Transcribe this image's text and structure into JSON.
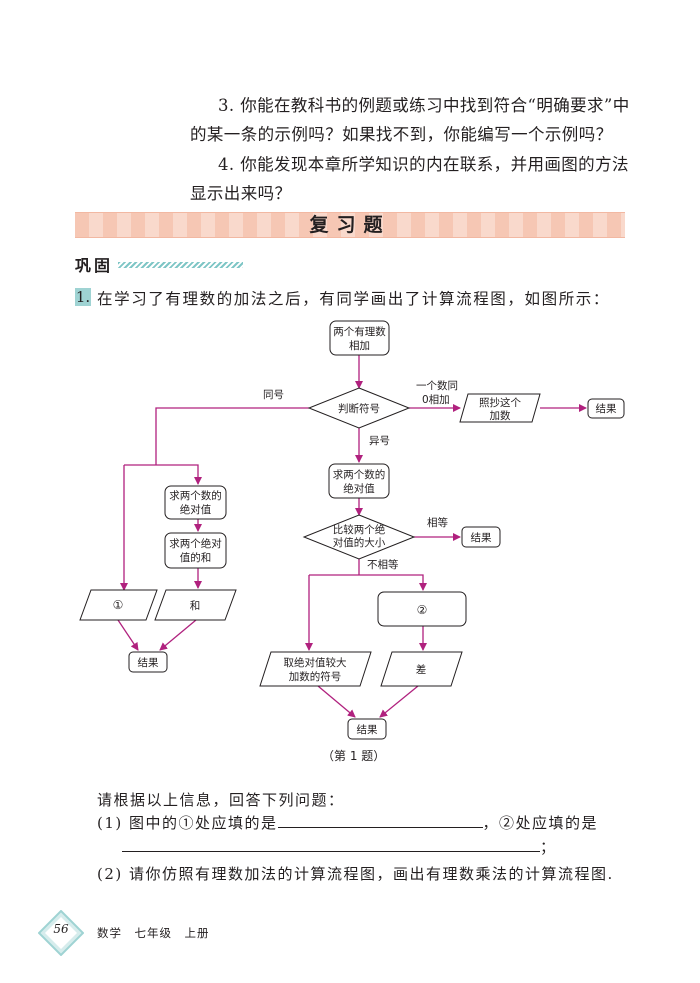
{
  "page": {
    "item3_line1": "3. 你能在教科书的例题或练习中找到符合“明确要求”中",
    "item3_line2": "的某一条的示例吗？如果找不到，你能编写一个示例吗？",
    "item4_line1": "4. 你能发现本章所学知识的内在联系，并用画图的方法",
    "item4_line2": "显示出来吗？",
    "banner_title": "复习题",
    "section": "巩固",
    "q_number": "1.",
    "q_text": "在学习了有理数的加法之后，有同学画出了计算流程图，如图所示：",
    "caption": "（第 1 题）",
    "prompt": "请根据以上信息，回答下列问题：",
    "sub1_a": "(1) 图中的①处应填的是",
    "sub1_b": "，②处应填的是",
    "sub1_c": "；",
    "sub2": "(2) 请你仿照有理数加法的计算流程图，画出有理数乘法的计算流程图.",
    "page_number": "56",
    "footer": "数学　七年级　上册"
  },
  "flowchart": {
    "start_1": "两个有理数",
    "start_2": "相加",
    "decision": "判断符号",
    "label_same_sign": "同号",
    "label_zero_1": "一个数同",
    "label_zero_2": "0相加",
    "copy_1": "照抄这个",
    "copy_2": "加数",
    "result_top": "结果",
    "label_diff_sign": "异号",
    "abs_both_1": "求两个数的",
    "abs_both_2": "绝对值",
    "left_abs_1": "求两个数的",
    "left_abs_2": "绝对值",
    "left_sum_1": "求两个绝对",
    "left_sum_2": "值的和",
    "blank1": "①",
    "sum": "和",
    "result_left": "结果",
    "compare_1": "比较两个绝",
    "compare_2": "对值的大小",
    "label_equal": "相等",
    "result_equal": "结果",
    "label_not_equal": "不相等",
    "blank2": "②",
    "sign_1": "取绝对值较大",
    "sign_2": "加数的符号",
    "diff": "差",
    "result_bottom": "结果"
  }
}
